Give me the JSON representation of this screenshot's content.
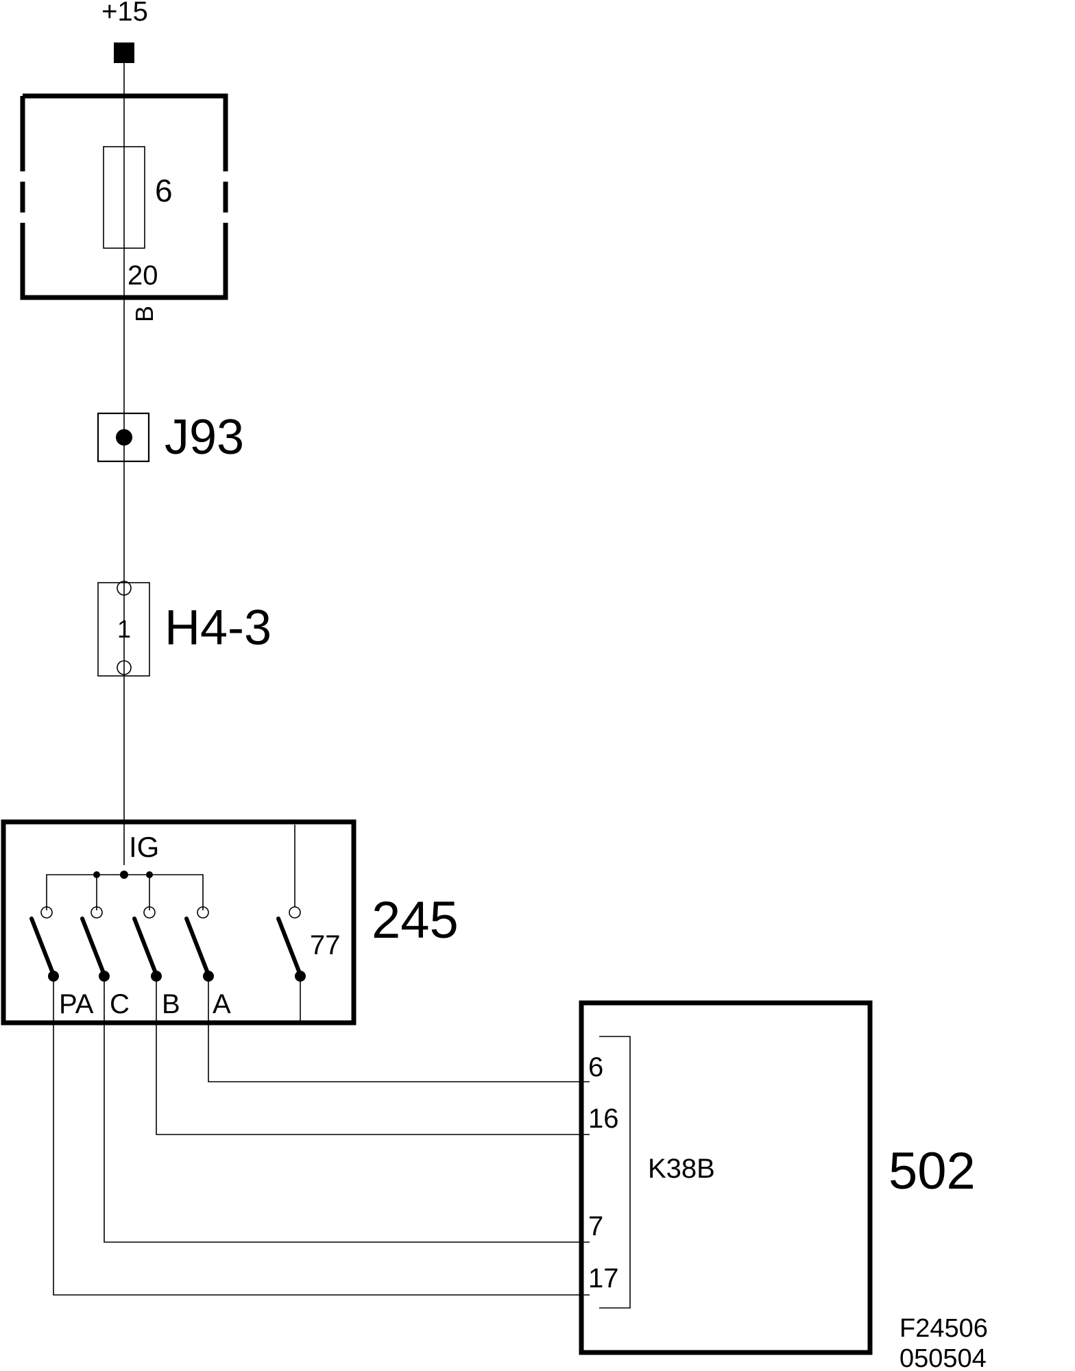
{
  "supply_label": "+15",
  "fuse_box": {
    "fuse_number": "6",
    "terminal": "20",
    "wire_color": "B"
  },
  "junction": {
    "label": "J93"
  },
  "connector": {
    "label": "H4-3",
    "pin": "1"
  },
  "ignition_switch": {
    "label": "245",
    "input_label": "IG",
    "extra_contact": "77",
    "outputs": [
      "PA",
      "C",
      "B",
      "A"
    ]
  },
  "control_module": {
    "label": "502",
    "connector": "K38B",
    "pins": [
      "6",
      "16",
      "7",
      "17"
    ]
  },
  "figure_code": "F24506",
  "figure_date": "050504"
}
